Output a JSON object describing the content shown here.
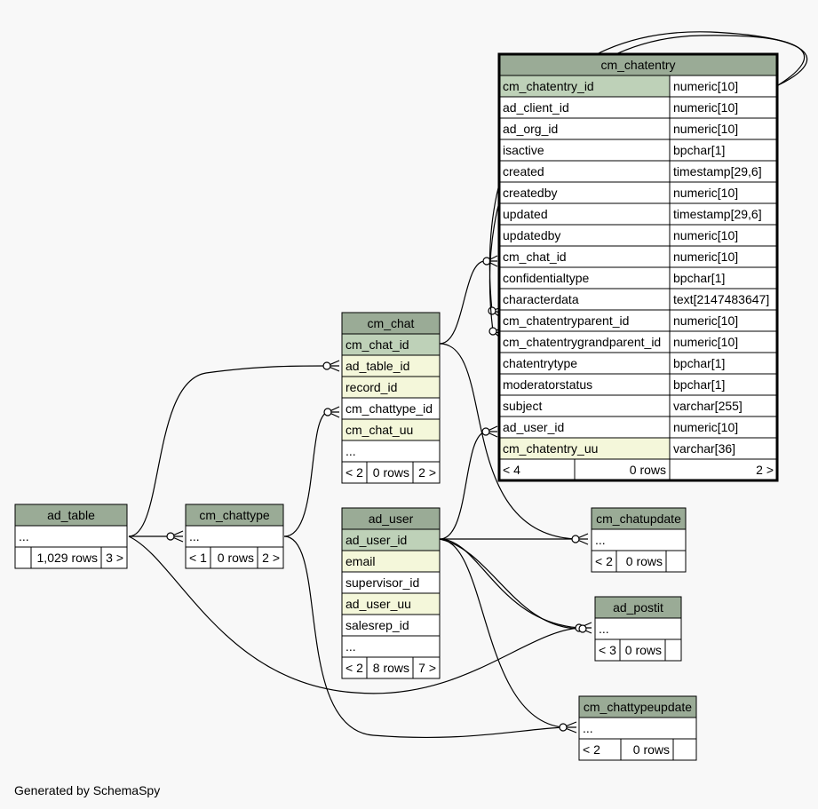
{
  "diagram": {
    "footer": "Generated by SchemaSpy",
    "colors": {
      "header": "#9aab96",
      "pk": "#bed1b8",
      "index": "#f4f7da",
      "plain": "#ffffff",
      "background": "#f8f8f8"
    }
  },
  "tables": {
    "cm_chatentry": {
      "name": "cm_chatentry",
      "columns": [
        {
          "name": "cm_chatentry_id",
          "type": "numeric[10]",
          "kind": "pk"
        },
        {
          "name": "ad_client_id",
          "type": "numeric[10]",
          "kind": "plain"
        },
        {
          "name": "ad_org_id",
          "type": "numeric[10]",
          "kind": "plain"
        },
        {
          "name": "isactive",
          "type": "bpchar[1]",
          "kind": "plain"
        },
        {
          "name": "created",
          "type": "timestamp[29,6]",
          "kind": "plain"
        },
        {
          "name": "createdby",
          "type": "numeric[10]",
          "kind": "plain"
        },
        {
          "name": "updated",
          "type": "timestamp[29,6]",
          "kind": "plain"
        },
        {
          "name": "updatedby",
          "type": "numeric[10]",
          "kind": "plain"
        },
        {
          "name": "cm_chat_id",
          "type": "numeric[10]",
          "kind": "plain"
        },
        {
          "name": "confidentialtype",
          "type": "bpchar[1]",
          "kind": "plain"
        },
        {
          "name": "characterdata",
          "type": "text[2147483647]",
          "kind": "plain"
        },
        {
          "name": "cm_chatentryparent_id",
          "type": "numeric[10]",
          "kind": "plain"
        },
        {
          "name": "cm_chatentrygrandparent_id",
          "type": "numeric[10]",
          "kind": "plain"
        },
        {
          "name": "chatentrytype",
          "type": "bpchar[1]",
          "kind": "plain"
        },
        {
          "name": "moderatorstatus",
          "type": "bpchar[1]",
          "kind": "plain"
        },
        {
          "name": "subject",
          "type": "varchar[255]",
          "kind": "plain"
        },
        {
          "name": "ad_user_id",
          "type": "numeric[10]",
          "kind": "plain"
        },
        {
          "name": "cm_chatentry_uu",
          "type": "varchar[36]",
          "kind": "index"
        }
      ],
      "footer": [
        "< 4",
        "0 rows",
        "2 >"
      ]
    },
    "cm_chat": {
      "name": "cm_chat",
      "columns": [
        {
          "name": "cm_chat_id",
          "kind": "pk"
        },
        {
          "name": "ad_table_id",
          "kind": "index"
        },
        {
          "name": "record_id",
          "kind": "index"
        },
        {
          "name": "cm_chattype_id",
          "kind": "plain"
        },
        {
          "name": "cm_chat_uu",
          "kind": "index"
        },
        {
          "name": "...",
          "kind": "plain"
        }
      ],
      "footer": [
        "< 2",
        "0 rows",
        "2 >"
      ]
    },
    "ad_user": {
      "name": "ad_user",
      "columns": [
        {
          "name": "ad_user_id",
          "kind": "pk"
        },
        {
          "name": "email",
          "kind": "index"
        },
        {
          "name": "supervisor_id",
          "kind": "plain"
        },
        {
          "name": "ad_user_uu",
          "kind": "index"
        },
        {
          "name": "salesrep_id",
          "kind": "plain"
        },
        {
          "name": "...",
          "kind": "plain"
        }
      ],
      "footer": [
        "< 2",
        "8 rows",
        "7 >"
      ]
    },
    "ad_table": {
      "name": "ad_table",
      "columns": [
        {
          "name": "...",
          "kind": "plain"
        }
      ],
      "footer": [
        "",
        "1,029 rows",
        "3 >"
      ]
    },
    "cm_chattype": {
      "name": "cm_chattype",
      "columns": [
        {
          "name": "...",
          "kind": "plain"
        }
      ],
      "footer": [
        "< 1",
        "0 rows",
        "2 >"
      ]
    },
    "cm_chatupdate": {
      "name": "cm_chatupdate",
      "columns": [
        {
          "name": "...",
          "kind": "plain"
        }
      ],
      "footer": [
        "< 2",
        "0 rows",
        ""
      ]
    },
    "ad_postit": {
      "name": "ad_postit",
      "columns": [
        {
          "name": "...",
          "kind": "plain"
        }
      ],
      "footer": [
        "< 3",
        "0 rows",
        ""
      ]
    },
    "cm_chattypeupdate": {
      "name": "cm_chattypeupdate",
      "columns": [
        {
          "name": "...",
          "kind": "plain"
        }
      ],
      "footer": [
        "< 2",
        "0 rows",
        ""
      ]
    }
  }
}
